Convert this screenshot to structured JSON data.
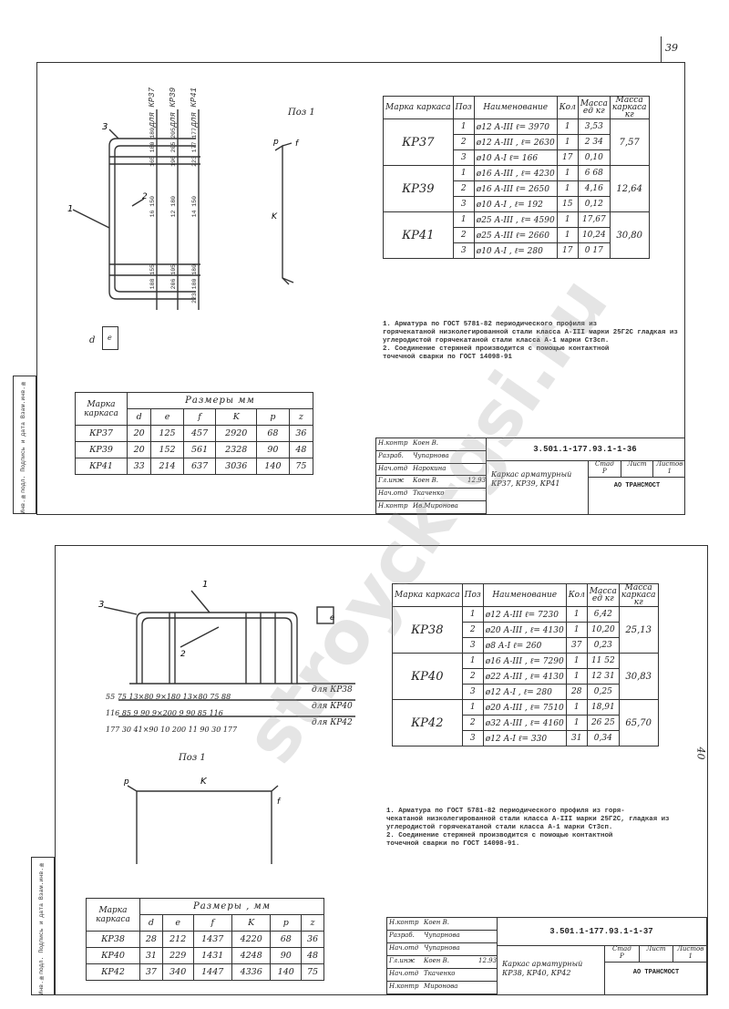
{
  "page_top": {
    "page_number": "39",
    "pos_label": "Поз 1",
    "drawing_labels": {
      "n1": "1",
      "n2": "2",
      "n3": "3",
      "d": "d",
      "e": "e",
      "f": "f",
      "k": "K",
      "p": "p"
    },
    "vertical_dims": [
      "для КР37",
      "для КР39",
      "для КР41"
    ],
    "vdim_values": [
      "165 180 180",
      "196 205 205",
      "223 177 177",
      "16 150",
      "12 180",
      "14 150",
      "188 155",
      "206 105",
      "223 180 180"
    ],
    "spec_table": {
      "headers": [
        "Марка каркаса",
        "Поз",
        "Наименование",
        "Кол",
        "Масса ед кг",
        "Масса каркаса кг"
      ],
      "groups": [
        {
          "mark": "КР37",
          "total": "7,57",
          "rows": [
            {
              "pos": "1",
              "name": "ø12  А-III   ℓ= 3970",
              "qty": "1",
              "mass": "3,53"
            },
            {
              "pos": "2",
              "name": "ø12  А-III ,  ℓ= 2630",
              "qty": "1",
              "mass": "2 34"
            },
            {
              "pos": "3",
              "name": "ø10  А-I     ℓ= 166",
              "qty": "17",
              "mass": "0,10"
            }
          ]
        },
        {
          "mark": "КР39",
          "total": "12,64",
          "rows": [
            {
              "pos": "1",
              "name": "ø16  А-III ,  ℓ= 4230",
              "qty": "1",
              "mass": "6 68"
            },
            {
              "pos": "2",
              "name": "ø16  А-III    ℓ= 2650",
              "qty": "1",
              "mass": "4,16"
            },
            {
              "pos": "3",
              "name": "ø10  А-I ,    ℓ= 192",
              "qty": "15",
              "mass": "0,12"
            }
          ]
        },
        {
          "mark": "КР41",
          "total": "30,80",
          "rows": [
            {
              "pos": "1",
              "name": "ø25  А-III ,  ℓ= 4590",
              "qty": "1",
              "mass": "17,67"
            },
            {
              "pos": "2",
              "name": "ø25  А-III    ℓ= 2660",
              "qty": "1",
              "mass": "10,24"
            },
            {
              "pos": "3",
              "name": "ø10  А-I ,    ℓ= 280",
              "qty": "17",
              "mass": "0 17"
            }
          ]
        }
      ]
    },
    "notes": [
      "1.  Арматура  по  ГОСТ  5781-82  периодического  профиля  из",
      "горячекатаной низколегированной стали класса А-III марки 25Г2С  гладкая из",
      "углеродистой горячекатаной стали класса А-1 марки Ст3сп.",
      "2.  Соединение  стержней  производится  с  помощью  контактной",
      "точечной сварки по ГОСТ 14098-91"
    ],
    "dims_table": {
      "header_mark": "Марка каркаса",
      "header_group": "Размеры  мм",
      "cols": [
        "d",
        "e",
        "f",
        "K",
        "p",
        "z"
      ],
      "rows": [
        [
          "КР37",
          "20",
          "125",
          "457",
          "2920",
          "68",
          "36"
        ],
        [
          "КР39",
          "20",
          "152",
          "561",
          "2328",
          "90",
          "48"
        ],
        [
          "КР41",
          "33",
          "214",
          "637",
          "3036",
          "140",
          "75"
        ]
      ]
    },
    "title_block": {
      "code": "3.501.1-177.93.1-1-36",
      "name": "Каркас арматурный КР37, КР39, КР41",
      "stage_h": "Стад",
      "sheet_h": "Лист",
      "sheets_h": "Листов",
      "stage": "Р",
      "sheet": "",
      "sheets": "1",
      "org": "АО  ТРАНСМОСТ",
      "people": [
        [
          "Н.контр",
          "Коен В."
        ],
        [
          "Разраб.",
          "Чупарнова"
        ],
        [
          "Нач.отд",
          "Нарокина"
        ],
        [
          "Гл.инж",
          "Коен В."
        ],
        [
          "Нач.отд",
          "Ткаченко"
        ],
        [
          "Н.контр",
          "Ив.Миронова"
        ]
      ],
      "date": "12.93"
    },
    "side_stamp": "Инв.№подл.  Подпись и дата  Взам.инв.№"
  },
  "page_bottom": {
    "page_number": "40",
    "pos_label": "Поз 1",
    "drawing_labels": {
      "n1": "1",
      "n2": "2",
      "n3": "3",
      "k": "K",
      "p": "p",
      "f": "f",
      "e": "e"
    },
    "dim_rows": [
      {
        "text": "55 75 13×80      9×180       13×80 75 88",
        "for": "для  КР38"
      },
      {
        "text": "116 85 9 90     9×200        9 90  85 116",
        "for": "для  КР40"
      },
      {
        "text": "177 30 41×90    10 200       11 90  30 177",
        "for": "для  КР42"
      }
    ],
    "spec_table": {
      "headers": [
        "Марка каркаса",
        "Поз",
        "Наименование",
        "Кол",
        "Масса ед кг",
        "Масса каркаса кг"
      ],
      "groups": [
        {
          "mark": "КР38",
          "total": "25,13",
          "rows": [
            {
              "pos": "1",
              "name": "ø12  А-III   ℓ= 7230",
              "qty": "1",
              "mass": "6,42"
            },
            {
              "pos": "2",
              "name": "ø20  А-III ,  ℓ= 4130",
              "qty": "1",
              "mass": "10,20"
            },
            {
              "pos": "3",
              "name": "ø8   А-I    ℓ= 260",
              "qty": "37",
              "mass": "0,23"
            }
          ]
        },
        {
          "mark": "КР40",
          "total": "30,83",
          "rows": [
            {
              "pos": "1",
              "name": "ø16  А-III ,  ℓ= 7290",
              "qty": "1",
              "mass": "11 52"
            },
            {
              "pos": "2",
              "name": "ø22  А-III ,  ℓ= 4130",
              "qty": "1",
              "mass": "12 31"
            },
            {
              "pos": "3",
              "name": "ø12  А-I ,    ℓ= 280",
              "qty": "28",
              "mass": "0,25"
            }
          ]
        },
        {
          "mark": "КР42",
          "total": "65,70",
          "rows": [
            {
              "pos": "1",
              "name": "ø20  А-III ,  ℓ= 7510",
              "qty": "1",
              "mass": "18,91"
            },
            {
              "pos": "2",
              "name": "ø32  А-III ,  ℓ= 4160",
              "qty": "1",
              "mass": "26 25"
            },
            {
              "pos": "3",
              "name": "ø12  А-I     ℓ= 330",
              "qty": "31",
              "mass": "0,34"
            }
          ]
        }
      ]
    },
    "notes": [
      "1.  Арматура  по  ГОСТ  5781-82  периодического  профиля  из горя-",
      "чекатаной низколегированной стали класса А-III марки 25Г2С, гладкая из",
      "углеродистой горячекатаной стали класса А-1 марки Ст3сп.",
      "2.  Соединение  стержней  производится  с  помощью  контактной",
      "точечной сварки по ГОСТ 14098-91."
    ],
    "dims_table": {
      "header_mark": "Марка каркаса",
      "header_group": "Размеры ,  мм",
      "cols": [
        "d",
        "e",
        "f",
        "K",
        "p",
        "z"
      ],
      "rows": [
        [
          "КР38",
          "28",
          "212",
          "1437",
          "4220",
          "68",
          "36"
        ],
        [
          "КР40",
          "31",
          "229",
          "1431",
          "4248",
          "90",
          "48"
        ],
        [
          "КР42",
          "37",
          "340",
          "1447",
          "4336",
          "140",
          "75"
        ]
      ]
    },
    "title_block": {
      "code": "3.501.1-177.93.1-1-37",
      "name": "Каркас арматурный КР38, КР40, КР42",
      "stage_h": "Стад",
      "sheet_h": "Лист",
      "sheets_h": "Листов",
      "stage": "Р",
      "sheet": "",
      "sheets": "1",
      "org": "АО  ТРАНСМОСТ",
      "people": [
        [
          "Н.контр",
          "Коен В."
        ],
        [
          "Разраб.",
          "Чупарнова"
        ],
        [
          "Нач.отд",
          "Чупарнова"
        ],
        [
          "Гл.инж",
          "Коен В."
        ],
        [
          "Нач.отд",
          "Ткаченко"
        ],
        [
          "Н.контр",
          "Миронова"
        ]
      ],
      "date": "12.93"
    },
    "side_stamp": "Инв.№подл.  Подпись и дата  Взам.инв.№"
  },
  "watermark": "stroyck-gsi.ru"
}
